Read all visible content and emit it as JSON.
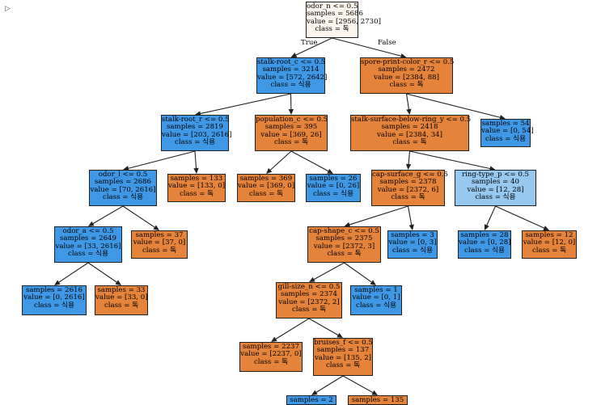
{
  "corner_icon": "run-output-icon",
  "corner_icon_glyph": "▷",
  "colors": {
    "orange": "#e5833a",
    "blue": "#3f98e5",
    "light_blue": "#96c8f0",
    "root_cream": "#fdf6ef",
    "line": "#222222"
  },
  "edge_labels": {
    "true": "True",
    "false": "False"
  },
  "nodes": [
    {
      "id": "root",
      "lines": [
        "odor_n <= 0.5",
        "samples = 5686",
        "value = [2956, 2730]",
        "class = 독"
      ],
      "fill": "root_cream"
    },
    {
      "id": "n1",
      "lines": [
        "stalk-root_c <= 0.5",
        "samples = 3214",
        "value = [572, 2642]",
        "class = 식용"
      ],
      "fill": "blue"
    },
    {
      "id": "n2",
      "lines": [
        "spore-print-color_r <= 0.5",
        "samples = 2472",
        "value = [2384, 88]",
        "class = 독"
      ],
      "fill": "orange"
    },
    {
      "id": "n3",
      "lines": [
        "stalk-root_r <= 0.5",
        "samples = 2819",
        "value = [203, 2616]",
        "class = 식용"
      ],
      "fill": "blue"
    },
    {
      "id": "n4",
      "lines": [
        "population_c <= 0.5",
        "samples = 395",
        "value = [369, 26]",
        "class = 독"
      ],
      "fill": "orange"
    },
    {
      "id": "n5",
      "lines": [
        "stalk-surface-below-ring_y <= 0.5",
        "samples = 2418",
        "value = [2384, 34]",
        "class = 독"
      ],
      "fill": "orange"
    },
    {
      "id": "n6",
      "lines": [
        "samples = 54",
        "value = [0, 54]",
        "class = 식용"
      ],
      "fill": "blue"
    },
    {
      "id": "n7",
      "lines": [
        "odor_l <= 0.5",
        "samples = 2686",
        "value = [70, 2616]",
        "class = 식용"
      ],
      "fill": "blue"
    },
    {
      "id": "n8",
      "lines": [
        "samples = 133",
        "value = [133, 0]",
        "class = 독"
      ],
      "fill": "orange"
    },
    {
      "id": "n9",
      "lines": [
        "samples = 369",
        "value = [369, 0]",
        "class = 독"
      ],
      "fill": "orange"
    },
    {
      "id": "n10",
      "lines": [
        "samples = 26",
        "value = [0, 26]",
        "class = 식용"
      ],
      "fill": "blue"
    },
    {
      "id": "n11",
      "lines": [
        "cap-surface_g <= 0.5",
        "samples = 2378",
        "value = [2372, 6]",
        "class = 독"
      ],
      "fill": "orange"
    },
    {
      "id": "n12",
      "lines": [
        "ring-type_p <= 0.5",
        "samples = 40",
        "value = [12, 28]",
        "class = 식용"
      ],
      "fill": "light_blue"
    },
    {
      "id": "n13",
      "lines": [
        "odor_a <= 0.5",
        "samples = 2649",
        "value = [33, 2616]",
        "class = 식용"
      ],
      "fill": "blue"
    },
    {
      "id": "n14",
      "lines": [
        "samples = 37",
        "value = [37, 0]",
        "class = 독"
      ],
      "fill": "orange"
    },
    {
      "id": "n15",
      "lines": [
        "cap-shape_c <= 0.5",
        "samples = 2375",
        "value = [2372, 3]",
        "class = 독"
      ],
      "fill": "orange"
    },
    {
      "id": "n16",
      "lines": [
        "samples = 3",
        "value = [0, 3]",
        "class = 식용"
      ],
      "fill": "blue"
    },
    {
      "id": "n17",
      "lines": [
        "samples = 28",
        "value = [0, 28]",
        "class = 식용"
      ],
      "fill": "blue"
    },
    {
      "id": "n18",
      "lines": [
        "samples = 12",
        "value = [12, 0]",
        "class = 독"
      ],
      "fill": "orange"
    },
    {
      "id": "n19",
      "lines": [
        "samples = 2616",
        "value = [0, 2616]",
        "class = 식용"
      ],
      "fill": "blue"
    },
    {
      "id": "n20",
      "lines": [
        "samples = 33",
        "value = [33, 0]",
        "class = 독"
      ],
      "fill": "orange"
    },
    {
      "id": "n21",
      "lines": [
        "gill-size_n <= 0.5",
        "samples = 2374",
        "value = [2372, 2]",
        "class = 독"
      ],
      "fill": "orange"
    },
    {
      "id": "n22",
      "lines": [
        "samples = 1",
        "value = [0, 1]",
        "class = 식용"
      ],
      "fill": "blue"
    },
    {
      "id": "n23",
      "lines": [
        "samples = 2237",
        "value = [2237, 0]",
        "class = 독"
      ],
      "fill": "orange"
    },
    {
      "id": "n24",
      "lines": [
        "bruises_f <= 0.5",
        "samples = 137",
        "value = [135, 2]",
        "class = 독"
      ],
      "fill": "orange"
    },
    {
      "id": "n25",
      "lines": [
        "samples = 2"
      ],
      "fill": "blue"
    },
    {
      "id": "n26",
      "lines": [
        "samples = 135"
      ],
      "fill": "orange"
    }
  ],
  "edges": [
    [
      "root",
      "n1"
    ],
    [
      "root",
      "n2"
    ],
    [
      "n1",
      "n3"
    ],
    [
      "n1",
      "n4"
    ],
    [
      "n2",
      "n5"
    ],
    [
      "n2",
      "n6"
    ],
    [
      "n3",
      "n7"
    ],
    [
      "n3",
      "n8"
    ],
    [
      "n4",
      "n9"
    ],
    [
      "n4",
      "n10"
    ],
    [
      "n5",
      "n11"
    ],
    [
      "n5",
      "n12"
    ],
    [
      "n7",
      "n13"
    ],
    [
      "n7",
      "n14"
    ],
    [
      "n11",
      "n15"
    ],
    [
      "n11",
      "n16"
    ],
    [
      "n12",
      "n17"
    ],
    [
      "n12",
      "n18"
    ],
    [
      "n13",
      "n19"
    ],
    [
      "n13",
      "n20"
    ],
    [
      "n15",
      "n21"
    ],
    [
      "n15",
      "n22"
    ],
    [
      "n21",
      "n23"
    ],
    [
      "n21",
      "n24"
    ],
    [
      "n24",
      "n25"
    ],
    [
      "n24",
      "n26"
    ]
  ]
}
